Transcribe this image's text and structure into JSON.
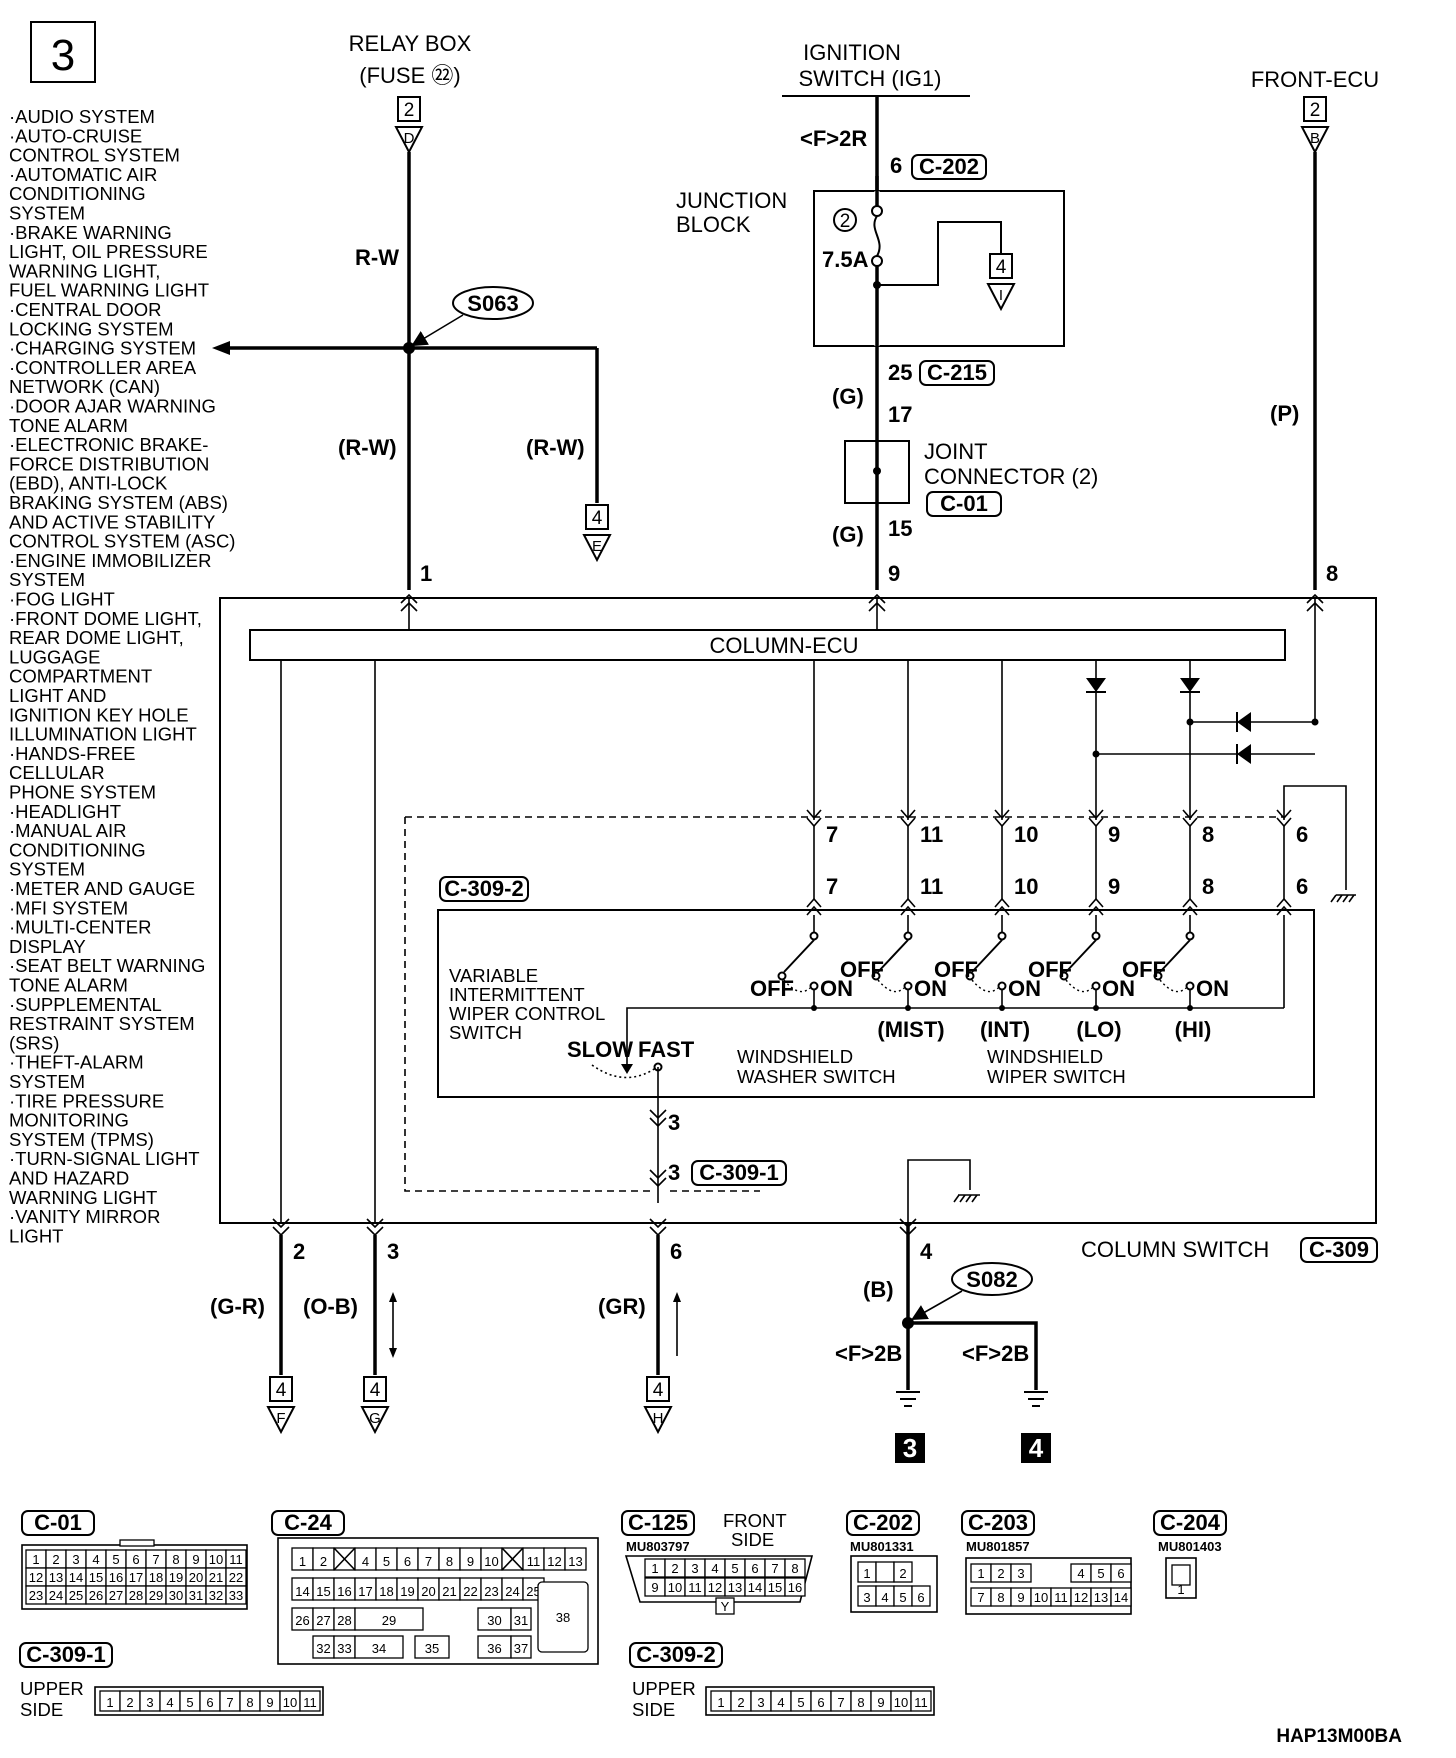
{
  "page_badge": "3",
  "relay_box": {
    "line1": "RELAY BOX",
    "line2": "(FUSE ㉒)",
    "conn_num": "2",
    "conn_letter": "D",
    "wire": "R-W"
  },
  "ignition_switch": {
    "line1": "IGNITION",
    "line2": "SWITCH (IG1)",
    "code": "<F>2R",
    "pin": "6",
    "connector": "C-202"
  },
  "front_ecu": {
    "label": "FRONT-ECU",
    "conn_num": "2",
    "conn_letter": "B",
    "wire": "(P)",
    "pin": "8"
  },
  "system_list": [
    "·AUDIO SYSTEM",
    "·AUTO-CRUISE",
    "CONTROL SYSTEM",
    "·AUTOMATIC AIR",
    "CONDITIONING",
    "SYSTEM",
    "·BRAKE WARNING",
    "LIGHT, OIL PRESSURE",
    "WARNING LIGHT,",
    "FUEL WARNING LIGHT",
    "·CENTRAL DOOR",
    "LOCKING SYSTEM",
    "·CHARGING SYSTEM",
    "·CONTROLLER AREA",
    "NETWORK (CAN)",
    "·DOOR AJAR WARNING",
    "TONE ALARM",
    "·ELECTRONIC BRAKE-",
    "FORCE DISTRIBUTION",
    "(EBD), ANTI-LOCK",
    "BRAKING SYSTEM (ABS)",
    "AND ACTIVE STABILITY",
    "CONTROL SYSTEM (ASC)",
    "·ENGINE IMMOBILIZER",
    "SYSTEM",
    "·FOG LIGHT",
    "·FRONT DOME LIGHT,",
    "REAR DOME LIGHT,",
    "LUGGAGE",
    "COMPARTMENT",
    "LIGHT AND",
    "IGNITION KEY HOLE",
    "ILLUMINATION LIGHT",
    "·HANDS-FREE",
    "CELLULAR",
    "PHONE SYSTEM",
    "·HEADLIGHT",
    "·MANUAL AIR",
    "CONDITIONING",
    "SYSTEM",
    "·METER AND GAUGE",
    "·MFI SYSTEM",
    "·MULTI-CENTER",
    "DISPLAY",
    "·SEAT BELT WARNING",
    "TONE ALARM",
    "·SUPPLEMENTAL",
    "RESTRAINT SYSTEM",
    "(SRS)",
    "·THEFT-ALARM",
    "SYSTEM",
    "·TIRE PRESSURE",
    "MONITORING",
    "SYSTEM (TPMS)",
    "·TURN-SIGNAL LIGHT",
    "AND HAZARD",
    "WARNING LIGHT",
    "·VANITY MIRROR",
    "LIGHT"
  ],
  "splice_s063": "S063",
  "splice_s082": "S082",
  "left_wires": {
    "upper": "(R-W)",
    "branch": "(R-W)",
    "branch_conn_num": "4",
    "branch_conn_letter": "E",
    "pin": "1"
  },
  "junction_block": {
    "line1": "JUNCTION",
    "line2": "BLOCK",
    "fuse_num": "2",
    "fuse_rating": "7.5A",
    "out_num": "4",
    "out_letter": "I",
    "pin_out": "25",
    "connector_out": "C-215"
  },
  "joint_connector": {
    "line1": "JOINT",
    "line2": "CONNECTOR (2)",
    "connector": "C-01",
    "pin_in": "17",
    "pin_out": "15",
    "wire": "(G)",
    "pin_ecu": "9"
  },
  "column_ecu": "COLUMN-ECU",
  "column_switch": {
    "label": "COLUMN SWITCH",
    "connector": "C-309"
  },
  "switch_block": {
    "connector": "C-309-2",
    "pins_upper": [
      "7",
      "11",
      "10",
      "9",
      "8",
      "6"
    ],
    "pins_lower": [
      "7",
      "11",
      "10",
      "9",
      "8",
      "6"
    ],
    "variable_label": [
      "VARIABLE",
      "INTERMITTENT",
      "WIPER CONTROL",
      "SWITCH"
    ],
    "slow": "SLOW",
    "fast": "FAST",
    "off": "OFF",
    "on": "ON",
    "modes": [
      "(MIST)",
      "(INT)",
      "(LO)",
      "(HI)"
    ],
    "washer_label": [
      "WINDSHIELD",
      "WASHER SWITCH"
    ],
    "wiper_label": [
      "WINDSHIELD",
      "WIPER SWITCH"
    ],
    "pin3": "3",
    "pin3b": "3",
    "connector_1": "C-309-1"
  },
  "bottom_outputs": [
    {
      "pin": "2",
      "wire": "(G-R)",
      "conn_num": "4",
      "conn_letter": "F"
    },
    {
      "pin": "3",
      "wire": "(O-B)",
      "conn_num": "4",
      "conn_letter": "G"
    },
    {
      "pin": "6",
      "wire": "(GR)",
      "conn_num": "4",
      "conn_letter": "H"
    }
  ],
  "ground": {
    "pin": "4",
    "wire": "(B)",
    "code_left": "<F>2B",
    "code_right": "<F>2B",
    "ground_3": "3",
    "ground_4": "4"
  },
  "connectors": {
    "c01": {
      "name": "C-01",
      "row1": [
        "1",
        "2",
        "3",
        "4",
        "5",
        "6",
        "7",
        "8",
        "9",
        "10",
        "11"
      ],
      "row2": [
        "12",
        "13",
        "14",
        "15",
        "16",
        "17",
        "18",
        "19",
        "20",
        "21",
        "22"
      ],
      "row3": [
        "23",
        "24",
        "25",
        "26",
        "27",
        "28",
        "29",
        "30",
        "31",
        "32",
        "33"
      ]
    },
    "c24": {
      "name": "C-24",
      "row1": [
        "1",
        "2",
        "",
        "4",
        "5",
        "6",
        "7",
        "8",
        "9",
        "10",
        "",
        "11",
        "12",
        "13"
      ],
      "row2": [
        "14",
        "15",
        "16",
        "17",
        "18",
        "19",
        "20",
        "21",
        "22",
        "23",
        "24",
        "25"
      ],
      "row3": [
        "26",
        "27",
        "28",
        "29",
        "30",
        "31",
        "38"
      ],
      "row4": [
        "32",
        "33",
        "34",
        "35",
        "36",
        "37"
      ]
    },
    "c125": {
      "name": "C-125",
      "side": [
        "FRONT",
        "SIDE"
      ],
      "part": "MU803797",
      "row1": [
        "1",
        "2",
        "3",
        "4",
        "5",
        "6",
        "7",
        "8"
      ],
      "row2": [
        "9",
        "10",
        "11",
        "12",
        "13",
        "14",
        "15",
        "16"
      ],
      "key": "Y"
    },
    "c202": {
      "name": "C-202",
      "part": "MU801331",
      "row1": [
        "1",
        "",
        "2"
      ],
      "row2": [
        "3",
        "4",
        "5",
        "6"
      ]
    },
    "c203": {
      "name": "C-203",
      "part": "MU801857",
      "row1": [
        "1",
        "2",
        "3",
        "4",
        "5",
        "6"
      ],
      "row2": [
        "7",
        "8",
        "9",
        "10",
        "11",
        "12",
        "13",
        "14"
      ]
    },
    "c204": {
      "name": "C-204",
      "part": "MU801403",
      "pin": "1"
    },
    "c3091": {
      "name": "C-309-1",
      "side": [
        "UPPER",
        "SIDE"
      ],
      "pins": [
        "1",
        "2",
        "3",
        "4",
        "5",
        "6",
        "7",
        "8",
        "9",
        "10",
        "11"
      ]
    },
    "c3092": {
      "name": "C-309-2",
      "side": [
        "UPPER",
        "SIDE"
      ],
      "pins": [
        "1",
        "2",
        "3",
        "4",
        "5",
        "6",
        "7",
        "8",
        "9",
        "10",
        "11"
      ]
    }
  },
  "footer_code": "HAP13M00BA"
}
